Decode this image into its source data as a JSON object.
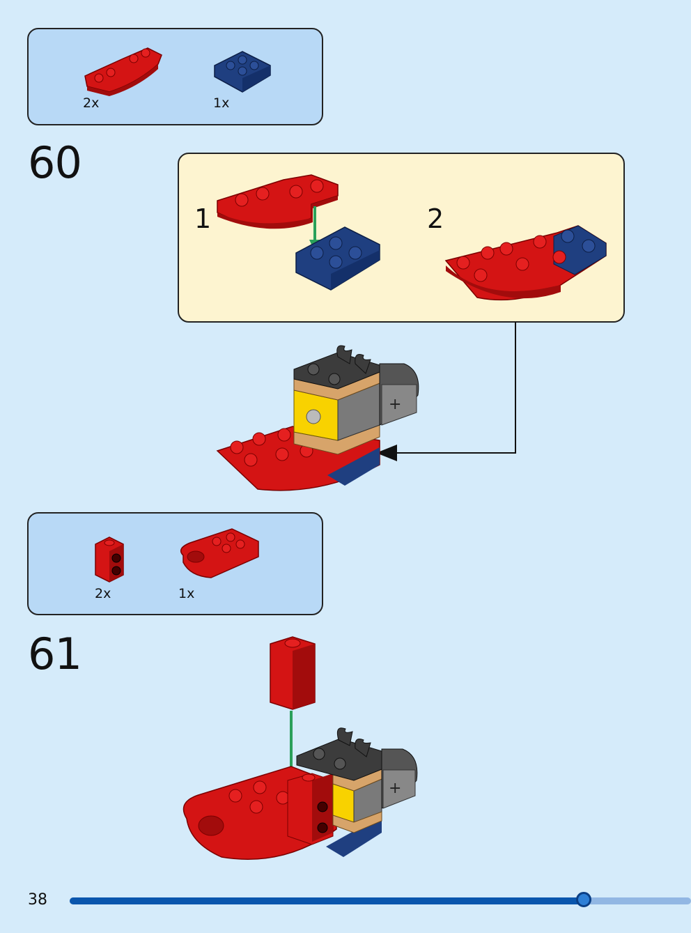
{
  "page": {
    "number": "38",
    "progress_fraction": 0.827
  },
  "steps": [
    {
      "number": "60",
      "parts": [
        {
          "name": "red-curved-slope-plate",
          "qty": "2x"
        },
        {
          "name": "blue-inverted-slope-plate",
          "qty": "1x"
        }
      ],
      "substeps": [
        {
          "label": "1"
        },
        {
          "label": "2"
        }
      ]
    },
    {
      "number": "61",
      "parts": [
        {
          "name": "red-brick-1x1-studs-side",
          "qty": "2x"
        },
        {
          "name": "red-plate-with-clip",
          "qty": "1x"
        }
      ]
    }
  ],
  "colors": {
    "background": "#d5ebfa",
    "parts_box": "#b8d9f6",
    "substep_box": "#fdf4d0",
    "brick_red": "#d41414",
    "brick_blue": "#1f3f80",
    "brick_dark_gray": "#3c3c3c",
    "brick_tan": "#d7a46a",
    "brick_yellow": "#f8d200",
    "arrow_green": "#2aa05a",
    "progress_fill": "#0a56ad",
    "progress_track": "#92b7e3"
  }
}
